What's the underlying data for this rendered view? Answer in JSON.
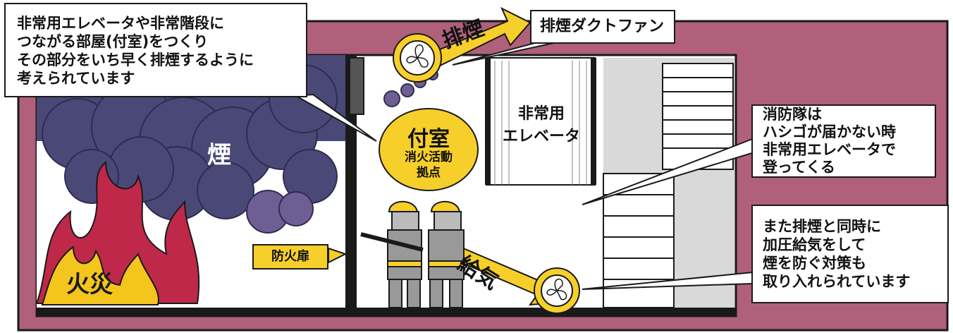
{
  "colors": {
    "building_wall": "#b0607a",
    "smoke": "#4a4876",
    "smoke_light": "#6e5e94",
    "fire_red": "#c0284a",
    "fire_yellow": "#f3c51d",
    "label_yellow": "#f7cf2a",
    "outline": "#1a1a1a"
  },
  "callouts": {
    "top_left": [
      "非常用エレベータや非常階段に",
      "つながる部屋(付室)をつくり",
      "その部分をいち早く排煙するように",
      "考えられています"
    ],
    "exhaust_fan": "排煙ダクトファン",
    "firefighters": [
      "消防隊は",
      "ハシゴが届かない時",
      "非常用エレベータで",
      "登ってくる"
    ],
    "pressurization": [
      "また排煙と同時に",
      "加圧給気をして",
      "煙を防ぐ対策も",
      "取り入れられています"
    ]
  },
  "labels": {
    "smoke": "煙",
    "fire": "火災",
    "fire_door": "防火扉",
    "elevator": [
      "非常用",
      "エレベータ"
    ],
    "vestibule_title": "付室",
    "vestibule_sub": [
      "消火活動",
      "拠点"
    ],
    "exhaust_arrow": "排煙",
    "supply_arrow": "給気"
  },
  "icons": [
    "fan-icon",
    "exhaust-arrow-icon",
    "supply-arrow-icon",
    "firefighter-icon",
    "fire-icon",
    "smoke-cloud-icon",
    "staircase-icon"
  ]
}
